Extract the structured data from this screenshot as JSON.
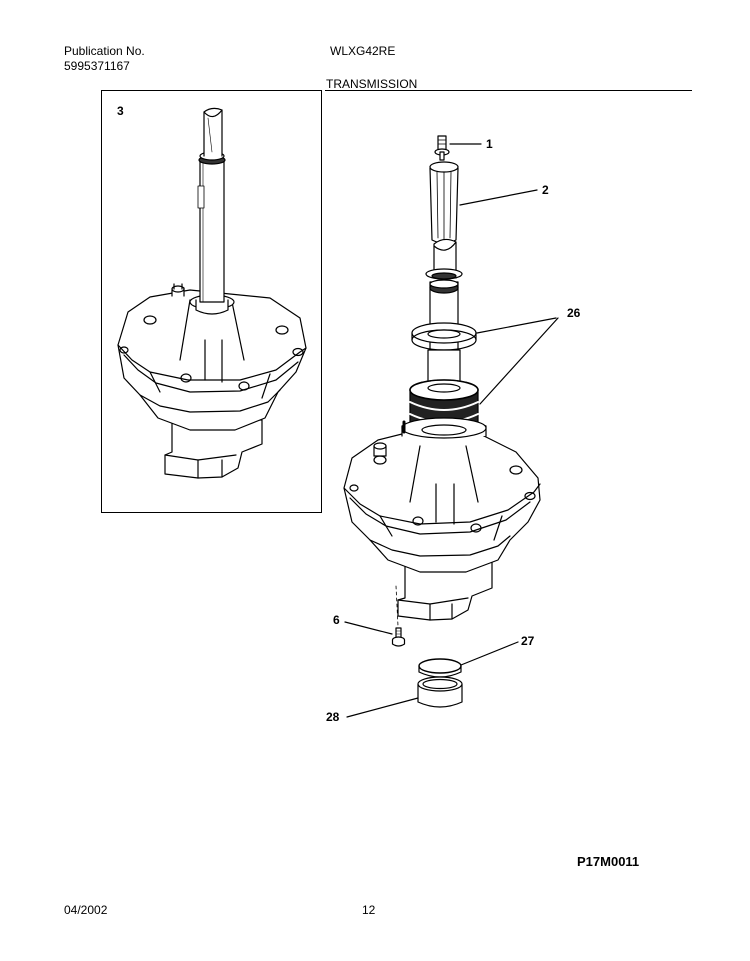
{
  "header": {
    "publication_label": "Publication No.",
    "publication_number": "5995371167",
    "model": "WLXG42RE",
    "section_title": "TRANSMISSION"
  },
  "callouts": {
    "inset": "3",
    "p1": "1",
    "p2": "2",
    "p26": "26",
    "p6": "6",
    "p27": "27",
    "p28": "28"
  },
  "figure_code": "P17M0011",
  "footer": {
    "date": "04/2002",
    "page": "12"
  }
}
